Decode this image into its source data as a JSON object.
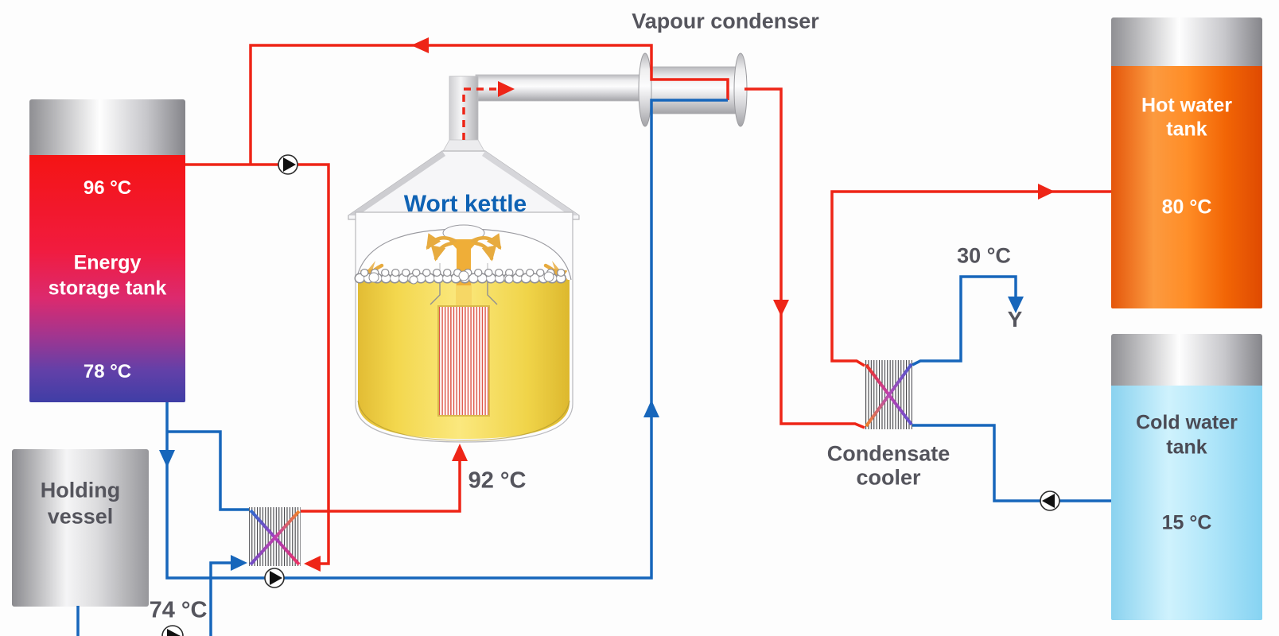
{
  "labels": {
    "vapour_condenser": "Vapour condenser",
    "wort_kettle": "Wort kettle",
    "condensate_cooler_line1": "Condensate",
    "condensate_cooler_line2": "cooler",
    "drain": "Y"
  },
  "tanks": {
    "energy_storage": {
      "name_line1": "Energy",
      "name_line2": "storage tank",
      "temp_top": "96 °C",
      "temp_bottom": "78 °C"
    },
    "holding_vessel": {
      "name_line1": "Holding",
      "name_line2": "vessel"
    },
    "hot_water": {
      "name_line1": "Hot water",
      "name_line2": "tank",
      "temp": "80 °C"
    },
    "cold_water": {
      "name_line1": "Cold water",
      "name_line2": "tank",
      "temp": "15 °C"
    }
  },
  "temperatures": {
    "wort_from_holding": "74 °C",
    "wort_to_kettle": "92 °C",
    "condensate_drain": "30 °C"
  },
  "colors": {
    "hot_pipe": "#ee2517",
    "cold_pipe": "#1766bb",
    "kettle_label_blue": "#0e62b4",
    "diagram_text_gray": "#55555d",
    "wort_yellow": "#f8dd55",
    "energy_tank_top": "#f41414",
    "energy_tank_bottom": "#3f3ea6",
    "hot_tank_orange": "#ff8d26",
    "cold_tank_blue": "#b3e7fa"
  }
}
